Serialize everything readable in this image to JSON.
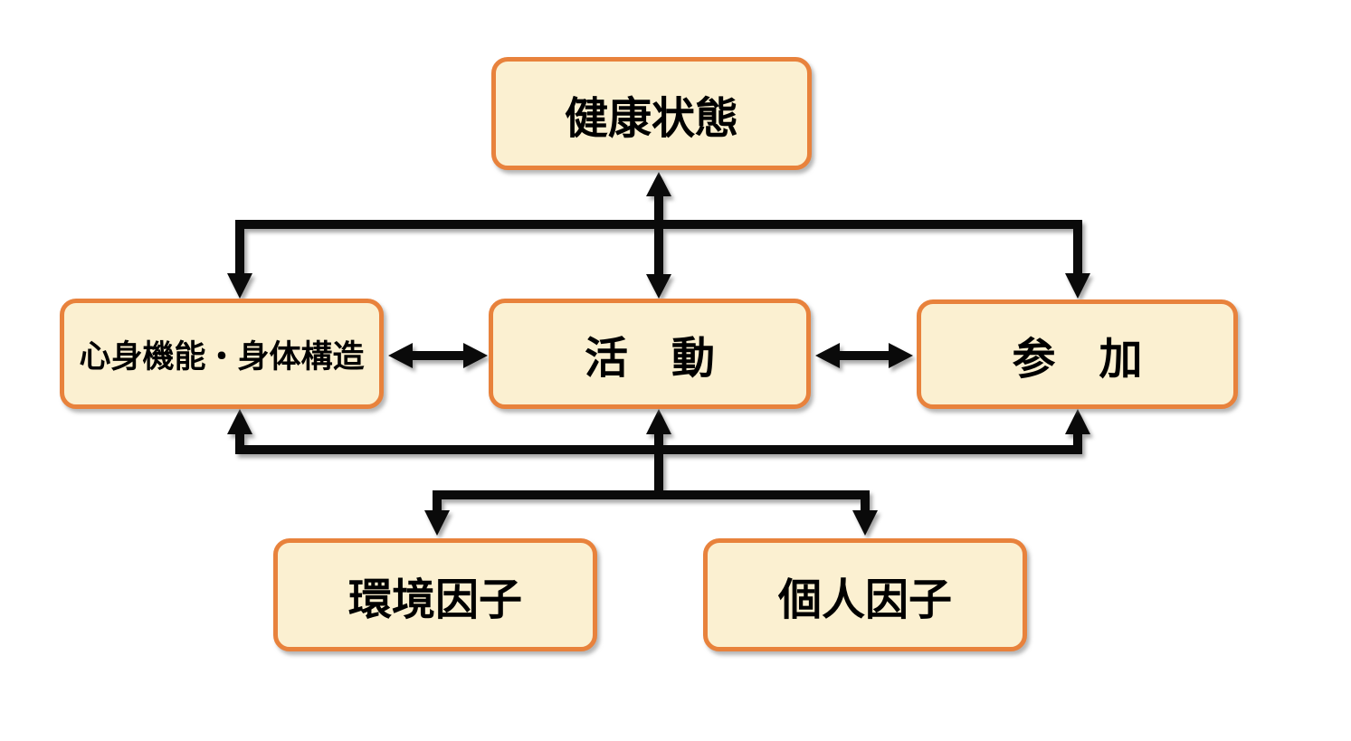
{
  "colors": {
    "box_fill": "#FBF0D1",
    "box_border": "#E8823C",
    "arrow": "#0A0A0A",
    "background": "#FFFFFF",
    "text": "#000000"
  },
  "nodes": {
    "health": {
      "label": "健康状態"
    },
    "body": {
      "label": "心身機能・身体構造"
    },
    "activity": {
      "label": "活　動"
    },
    "participation": {
      "label": "参　加"
    },
    "environment": {
      "label": "環境因子"
    },
    "personal": {
      "label": "個人因子"
    }
  },
  "edges": [
    {
      "between": [
        "health",
        "activity"
      ],
      "arrows": "both"
    },
    {
      "between": [
        "health",
        "body"
      ],
      "arrows": "into-body"
    },
    {
      "between": [
        "health",
        "participation"
      ],
      "arrows": "into-participation"
    },
    {
      "between": [
        "body",
        "activity"
      ],
      "arrows": "both"
    },
    {
      "between": [
        "activity",
        "participation"
      ],
      "arrows": "both"
    },
    {
      "between": [
        "lower-bus",
        "body"
      ],
      "arrows": "into-body"
    },
    {
      "between": [
        "lower-bus",
        "activity"
      ],
      "arrows": "into-activity"
    },
    {
      "between": [
        "lower-bus",
        "participation"
      ],
      "arrows": "into-participation"
    },
    {
      "between": [
        "lower-bus",
        "environment"
      ],
      "arrows": "into-environment"
    },
    {
      "between": [
        "lower-bus",
        "personal"
      ],
      "arrows": "into-personal"
    }
  ]
}
